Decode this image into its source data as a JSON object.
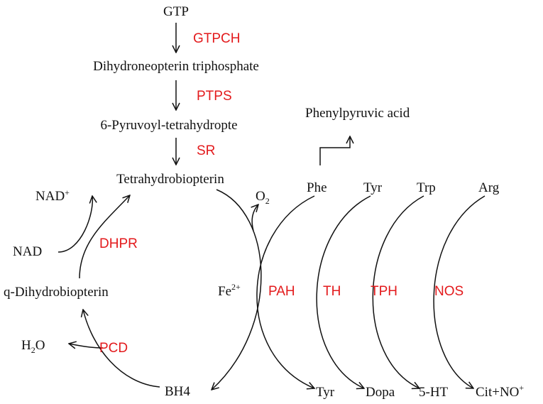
{
  "colors": {
    "enzyme": "#e31a1c",
    "metabolite": "#111111"
  },
  "metabolites": {
    "gtp": "GTP",
    "dihydroneopterin": "Dihydroneopterin triphosphate",
    "pyruvoyl": "6-Pyruvoyl-tetrahydropte",
    "tetrahydrobiopterin": "Tetrahydrobiopterin",
    "phenylpyruvic": "Phenylpyruvic acid",
    "nad_plus_base": "NAD",
    "nad_plus_sup": "+",
    "nad": "NAD",
    "q_dihydrobiopterin": "q-Dihydrobiopterin",
    "water_h": "H",
    "water_sub": "2",
    "water_o": "O",
    "bh4": "BH4",
    "oxygen_base": "O",
    "oxygen_sub": "2",
    "iron_base": "Fe",
    "iron_sup": "2+",
    "phe": "Phe",
    "tyr_in": "Tyr",
    "trp": "Trp",
    "arg": "Arg",
    "tyr_out": "Tyr",
    "dopa": "Dopa",
    "serotonin": "5-HT",
    "cit_no_base": "Cit+NO",
    "cit_no_sup": "+"
  },
  "enzymes": {
    "gtpch": "GTPCH",
    "ptps": "PTPS",
    "sr": "SR",
    "dhpr": "DHPR",
    "pcd": "PCD",
    "pah": "PAH",
    "th": "TH",
    "tph": "TPH",
    "nos": "NOS"
  }
}
